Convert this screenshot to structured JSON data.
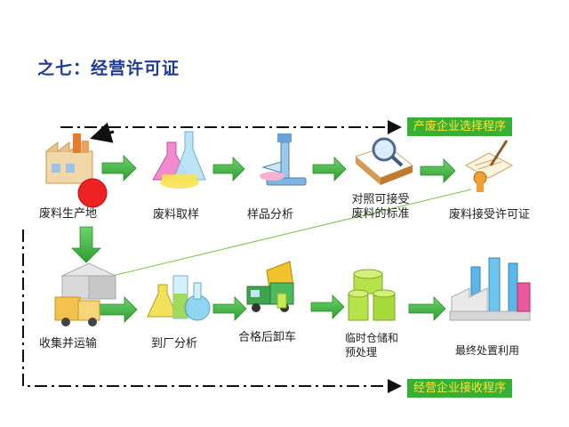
{
  "title": "之七：经营许可证",
  "tags": {
    "top": "产废企业选择程序",
    "bottom": "经营企业接收程序"
  },
  "steps": {
    "s1": "废料生产地",
    "s2": "废料取样",
    "s3": "样品分析",
    "s4_line1": "对照可接受",
    "s4_line2": "废料的标准",
    "s5": "废料接受许可证",
    "s6": "收集并运输",
    "s7": "到厂分析",
    "s8": "合格后卸车",
    "s9_line1": "临时仓储和",
    "s9_line2": "预处理",
    "s10": "最终处置利用"
  },
  "icons": [
    "factory-icon",
    "flasks-icon",
    "microscope-icon",
    "magnifier-document-icon",
    "permit-document-icon",
    "delivery-truck-icon",
    "lab-beaker-icon",
    "dump-truck-icon",
    "storage-tanks-icon",
    "industrial-plant-icon"
  ],
  "colors": {
    "title": "#1f3a93",
    "arrow": "#35b035",
    "tag_bg": "#35b035",
    "tag_text": "#ffe23a",
    "marker": "#ee2222"
  }
}
